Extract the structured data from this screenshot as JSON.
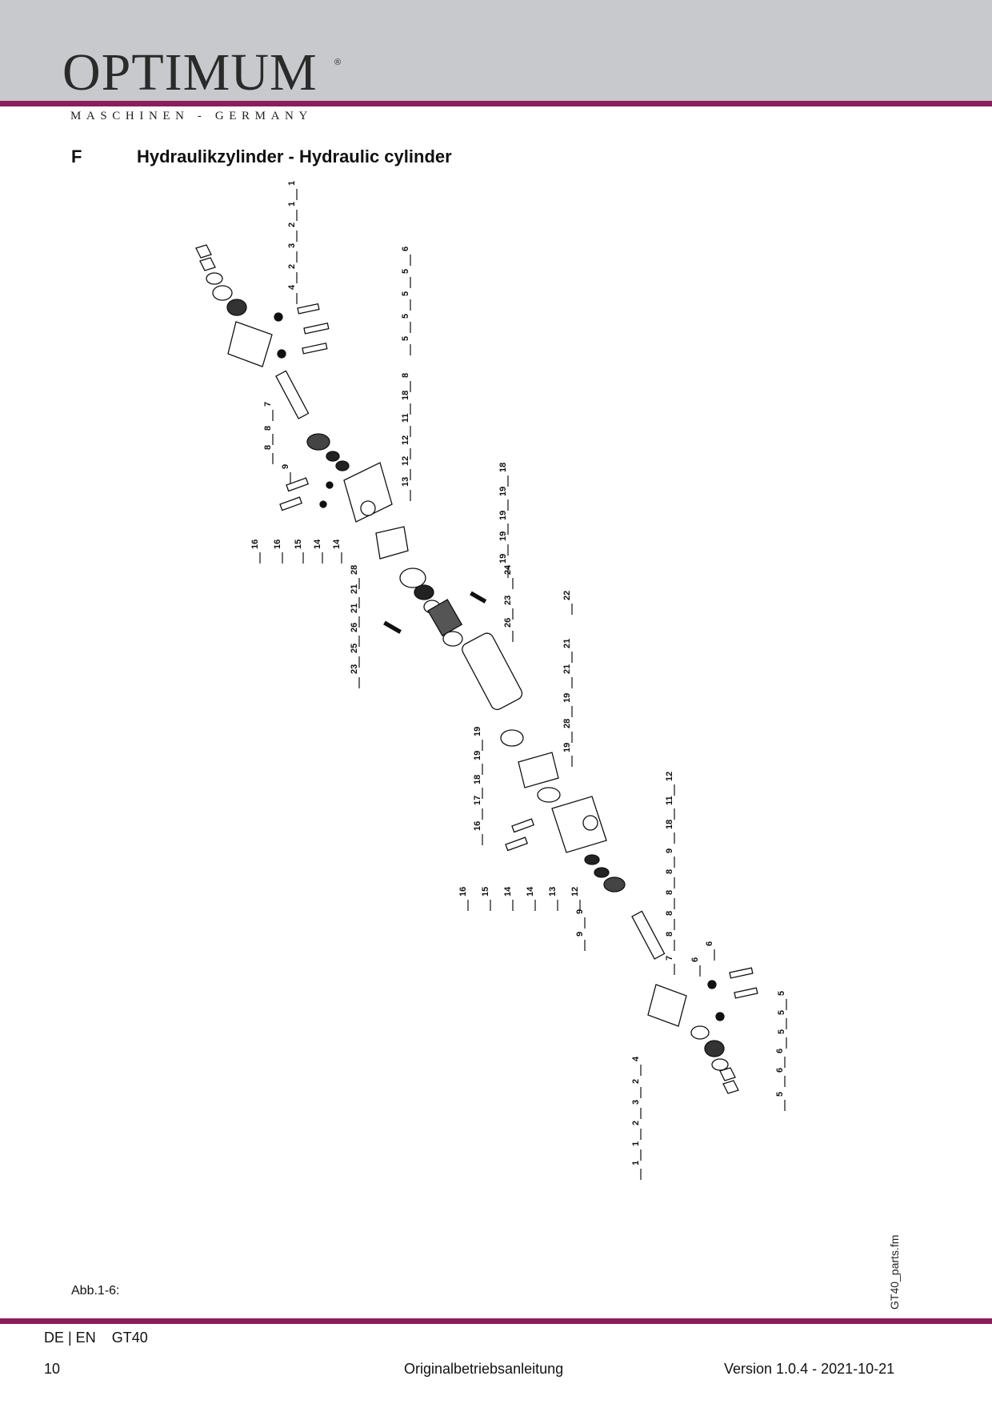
{
  "header": {
    "logo_text": "OPTIMUM",
    "logo_reg": "®",
    "tagline": "MASCHINEN - GERMANY"
  },
  "section": {
    "letter": "F",
    "title": "Hydraulikzylinder - Hydraulic cylinder"
  },
  "figure": {
    "caption": "Abb.1-6:",
    "side_filename": "GT40_parts.fm"
  },
  "footer": {
    "lang_model": "DE | EN    GT40",
    "page_number": "10",
    "center_text": "Originalbetriebsanleitung",
    "version": "Version 1.0.4 - 2021-10-21"
  },
  "part_labels": [
    "1",
    "1",
    "2",
    "3",
    "2",
    "4",
    "6",
    "5",
    "5",
    "5",
    "5",
    "8",
    "18",
    "11",
    "12",
    "12",
    "13",
    "7",
    "8",
    "8",
    "9",
    "16",
    "16",
    "15",
    "14",
    "14",
    "18",
    "19",
    "19",
    "19",
    "19",
    "28",
    "21",
    "21",
    "26",
    "25",
    "23",
    "24",
    "23",
    "26",
    "22",
    "21",
    "21",
    "19",
    "28",
    "19",
    "19",
    "19",
    "18",
    "17",
    "16",
    "16",
    "15",
    "14",
    "14",
    "13",
    "12",
    "12",
    "11",
    "18",
    "9",
    "8",
    "8",
    "8",
    "8",
    "9",
    "9",
    "7",
    "6",
    "6",
    "5",
    "5",
    "5",
    "6",
    "6",
    "5",
    "4",
    "2",
    "3",
    "2",
    "1",
    "1"
  ]
}
